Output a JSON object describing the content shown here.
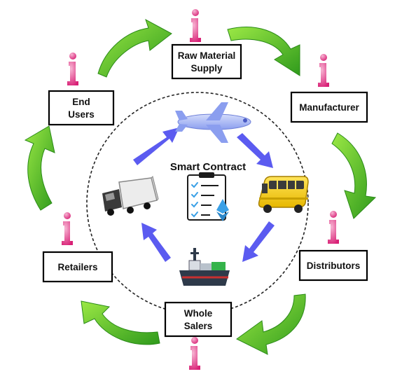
{
  "center": {
    "title": "Smart Contract"
  },
  "stages": [
    {
      "id": "raw-material-supply",
      "lines": [
        "Raw Material",
        "Supply"
      ]
    },
    {
      "id": "manufacturer",
      "lines": [
        "Manufacturer"
      ]
    },
    {
      "id": "distributors",
      "lines": [
        "Distributors"
      ]
    },
    {
      "id": "whole-salers",
      "lines": [
        "Whole",
        "Salers"
      ]
    },
    {
      "id": "retailers",
      "lines": [
        "Retailers"
      ]
    },
    {
      "id": "end-users",
      "lines": [
        "End",
        "Users"
      ]
    }
  ],
  "transport_icons": [
    "airplane-icon",
    "bus-icon",
    "cargo-ship-icon",
    "truck-icon"
  ],
  "icons": {
    "stage_marker": "info-person-icon",
    "center": "contract-checklist-ethereum-icon"
  },
  "colors": {
    "outer_arrow": "#3aa623",
    "outer_arrow_light": "#8fe03a",
    "inner_arrow": "#5b5bf0",
    "info_icon": "#e0287d",
    "info_icon_light": "#f4a3c8",
    "airplane": "#a9b8f5",
    "bus": "#f5d21f",
    "ethereum": "#3aa0e6"
  }
}
